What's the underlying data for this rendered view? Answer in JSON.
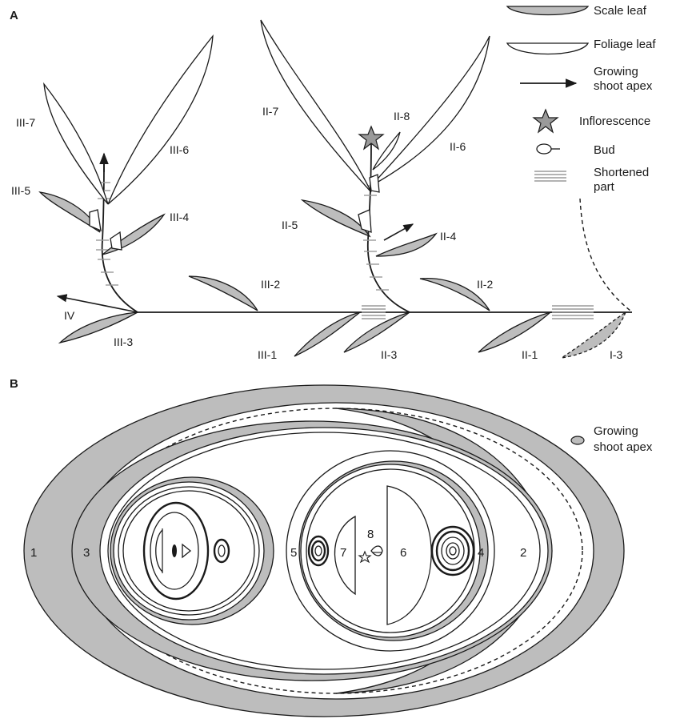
{
  "panels": {
    "a": "A",
    "b": "B"
  },
  "legend": {
    "scale_leaf": "Scale leaf",
    "foliage_leaf": "Foliage leaf",
    "growing_shoot_apex_line1": "Growing",
    "growing_shoot_apex_line2": "shoot apex",
    "inflorescence": "Inflorescence",
    "bud": "Bud",
    "shortened_part_line1": "Shortened",
    "shortened_part_line2": "part"
  },
  "legend_b": {
    "growing_shoot_apex_line1": "Growing",
    "growing_shoot_apex_line2": "shoot apex"
  },
  "leaf_labels": {
    "III_7": "III-7",
    "III_6": "III-6",
    "III_5": "III-5",
    "III_4": "III-4",
    "III_3": "III-3",
    "III_2": "III-2",
    "III_1": "III-1",
    "IV": "IV",
    "II_7": "II-7",
    "II_8": "II-8",
    "II_6": "II-6",
    "II_5": "II-5",
    "II_4": "II-4",
    "II_3": "II-3",
    "II_2": "II-2",
    "II_1": "II-1",
    "I_3": "I-3"
  },
  "diagram_numbers": {
    "n1": "1",
    "n2": "2",
    "n3": "3",
    "n4": "4",
    "n5": "5",
    "n6": "6",
    "n7": "7",
    "n8": "8"
  },
  "colors": {
    "scale_leaf_fill": "#bdbdbd",
    "stroke": "#1a1a1a",
    "shortened": "#9a9a9a"
  }
}
